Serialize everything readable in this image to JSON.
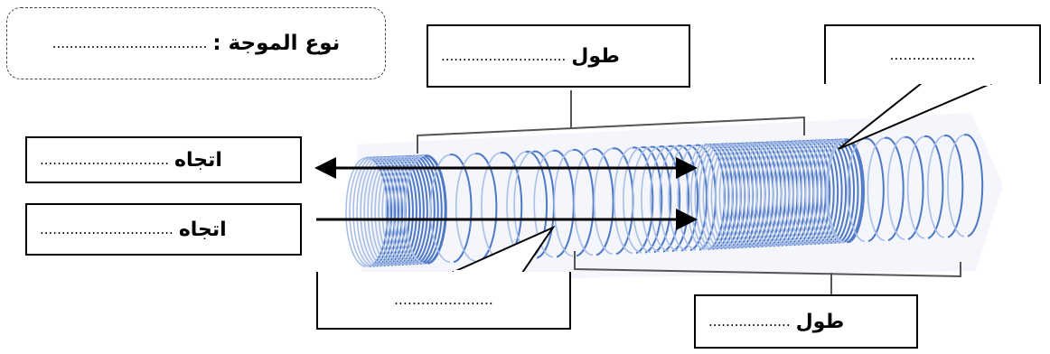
{
  "labels": {
    "wave_type": "نوع الموجة :",
    "length_top": "طول",
    "length_bottom": "طول",
    "direction_1": "اتجاه",
    "direction_2": "اتجاه"
  },
  "blanks": {
    "wave_type": "....................................",
    "length_top": ".............................",
    "length_bottom": "...................",
    "direction_1": "..............................",
    "direction_2": "...............................",
    "callout_top": "……………….",
    "callout_bottom": "…………………."
  },
  "colors": {
    "spring": "#4f79c6",
    "spring_light": "#a9bfe8",
    "outline": "#000000",
    "bracket": "#555555"
  },
  "icons": {
    "double_arrow": "double-headed-arrow-icon",
    "single_arrow": "right-arrow-icon"
  }
}
